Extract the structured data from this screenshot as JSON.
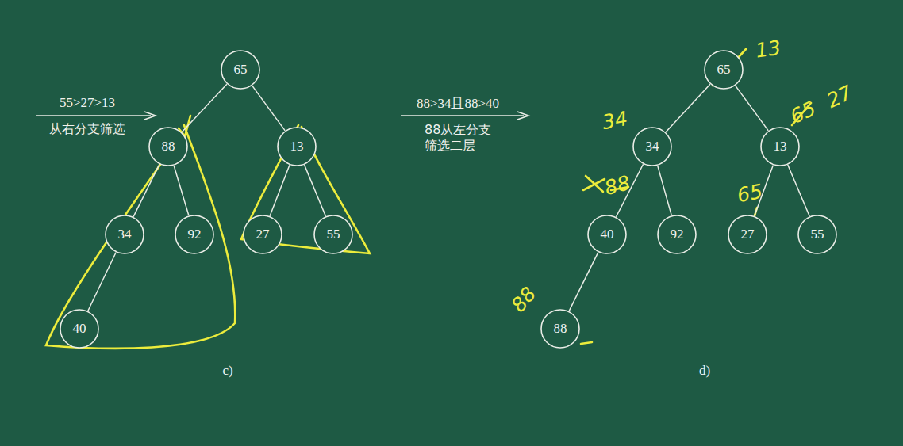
{
  "diagram": {
    "nodes": [
      {
        "text": [
          "65"
        ]
      },
      {
        "text": [
          "88"
        ]
      },
      {
        "text": [
          "13"
        ]
      },
      {
        "text": [
          "34"
        ]
      },
      {
        "text": [
          "92"
        ]
      },
      {
        "text": [
          "27"
        ]
      },
      {
        "text": [
          "55"
        ]
      },
      {
        "text": [
          "40"
        ]
      },
      {
        "text": [
          "65"
        ]
      },
      {
        "text": [
          "34"
        ]
      },
      {
        "text": [
          "13"
        ]
      },
      {
        "text": [
          "40"
        ]
      },
      {
        "text": [
          "92"
        ]
      },
      {
        "text": [
          "27"
        ]
      },
      {
        "text": [
          "55"
        ]
      },
      {
        "text": [
          "88"
        ]
      }
    ],
    "edges": [
      {
        "from": 0,
        "to": 1,
        "arrow": "none"
      },
      {
        "from": 0,
        "to": 2,
        "arrow": "none"
      },
      {
        "from": 1,
        "to": 3,
        "arrow": "none"
      },
      {
        "from": 1,
        "to": 4,
        "arrow": "none"
      },
      {
        "from": 2,
        "to": 5,
        "arrow": "none"
      },
      {
        "from": 2,
        "to": 6,
        "arrow": "none"
      },
      {
        "from": 3,
        "to": 7,
        "arrow": "none"
      },
      {
        "from": 8,
        "to": 9,
        "arrow": "none"
      },
      {
        "from": 8,
        "to": 10,
        "arrow": "none"
      },
      {
        "from": 9,
        "to": 11,
        "arrow": "none"
      },
      {
        "from": 9,
        "to": 12,
        "arrow": "none"
      },
      {
        "from": 10,
        "to": 13,
        "arrow": "none"
      },
      {
        "from": 10,
        "to": 14,
        "arrow": "none"
      },
      {
        "from": 11,
        "to": 15,
        "arrow": "none"
      }
    ],
    "labels": [
      "55>27>13",
      "从右分支筛选",
      "c)",
      "88>34且88>40",
      "88从左分支 筛选二层",
      "d)",
      "13",
      "34",
      "65",
      "27",
      "88",
      "65",
      "88"
    ]
  }
}
